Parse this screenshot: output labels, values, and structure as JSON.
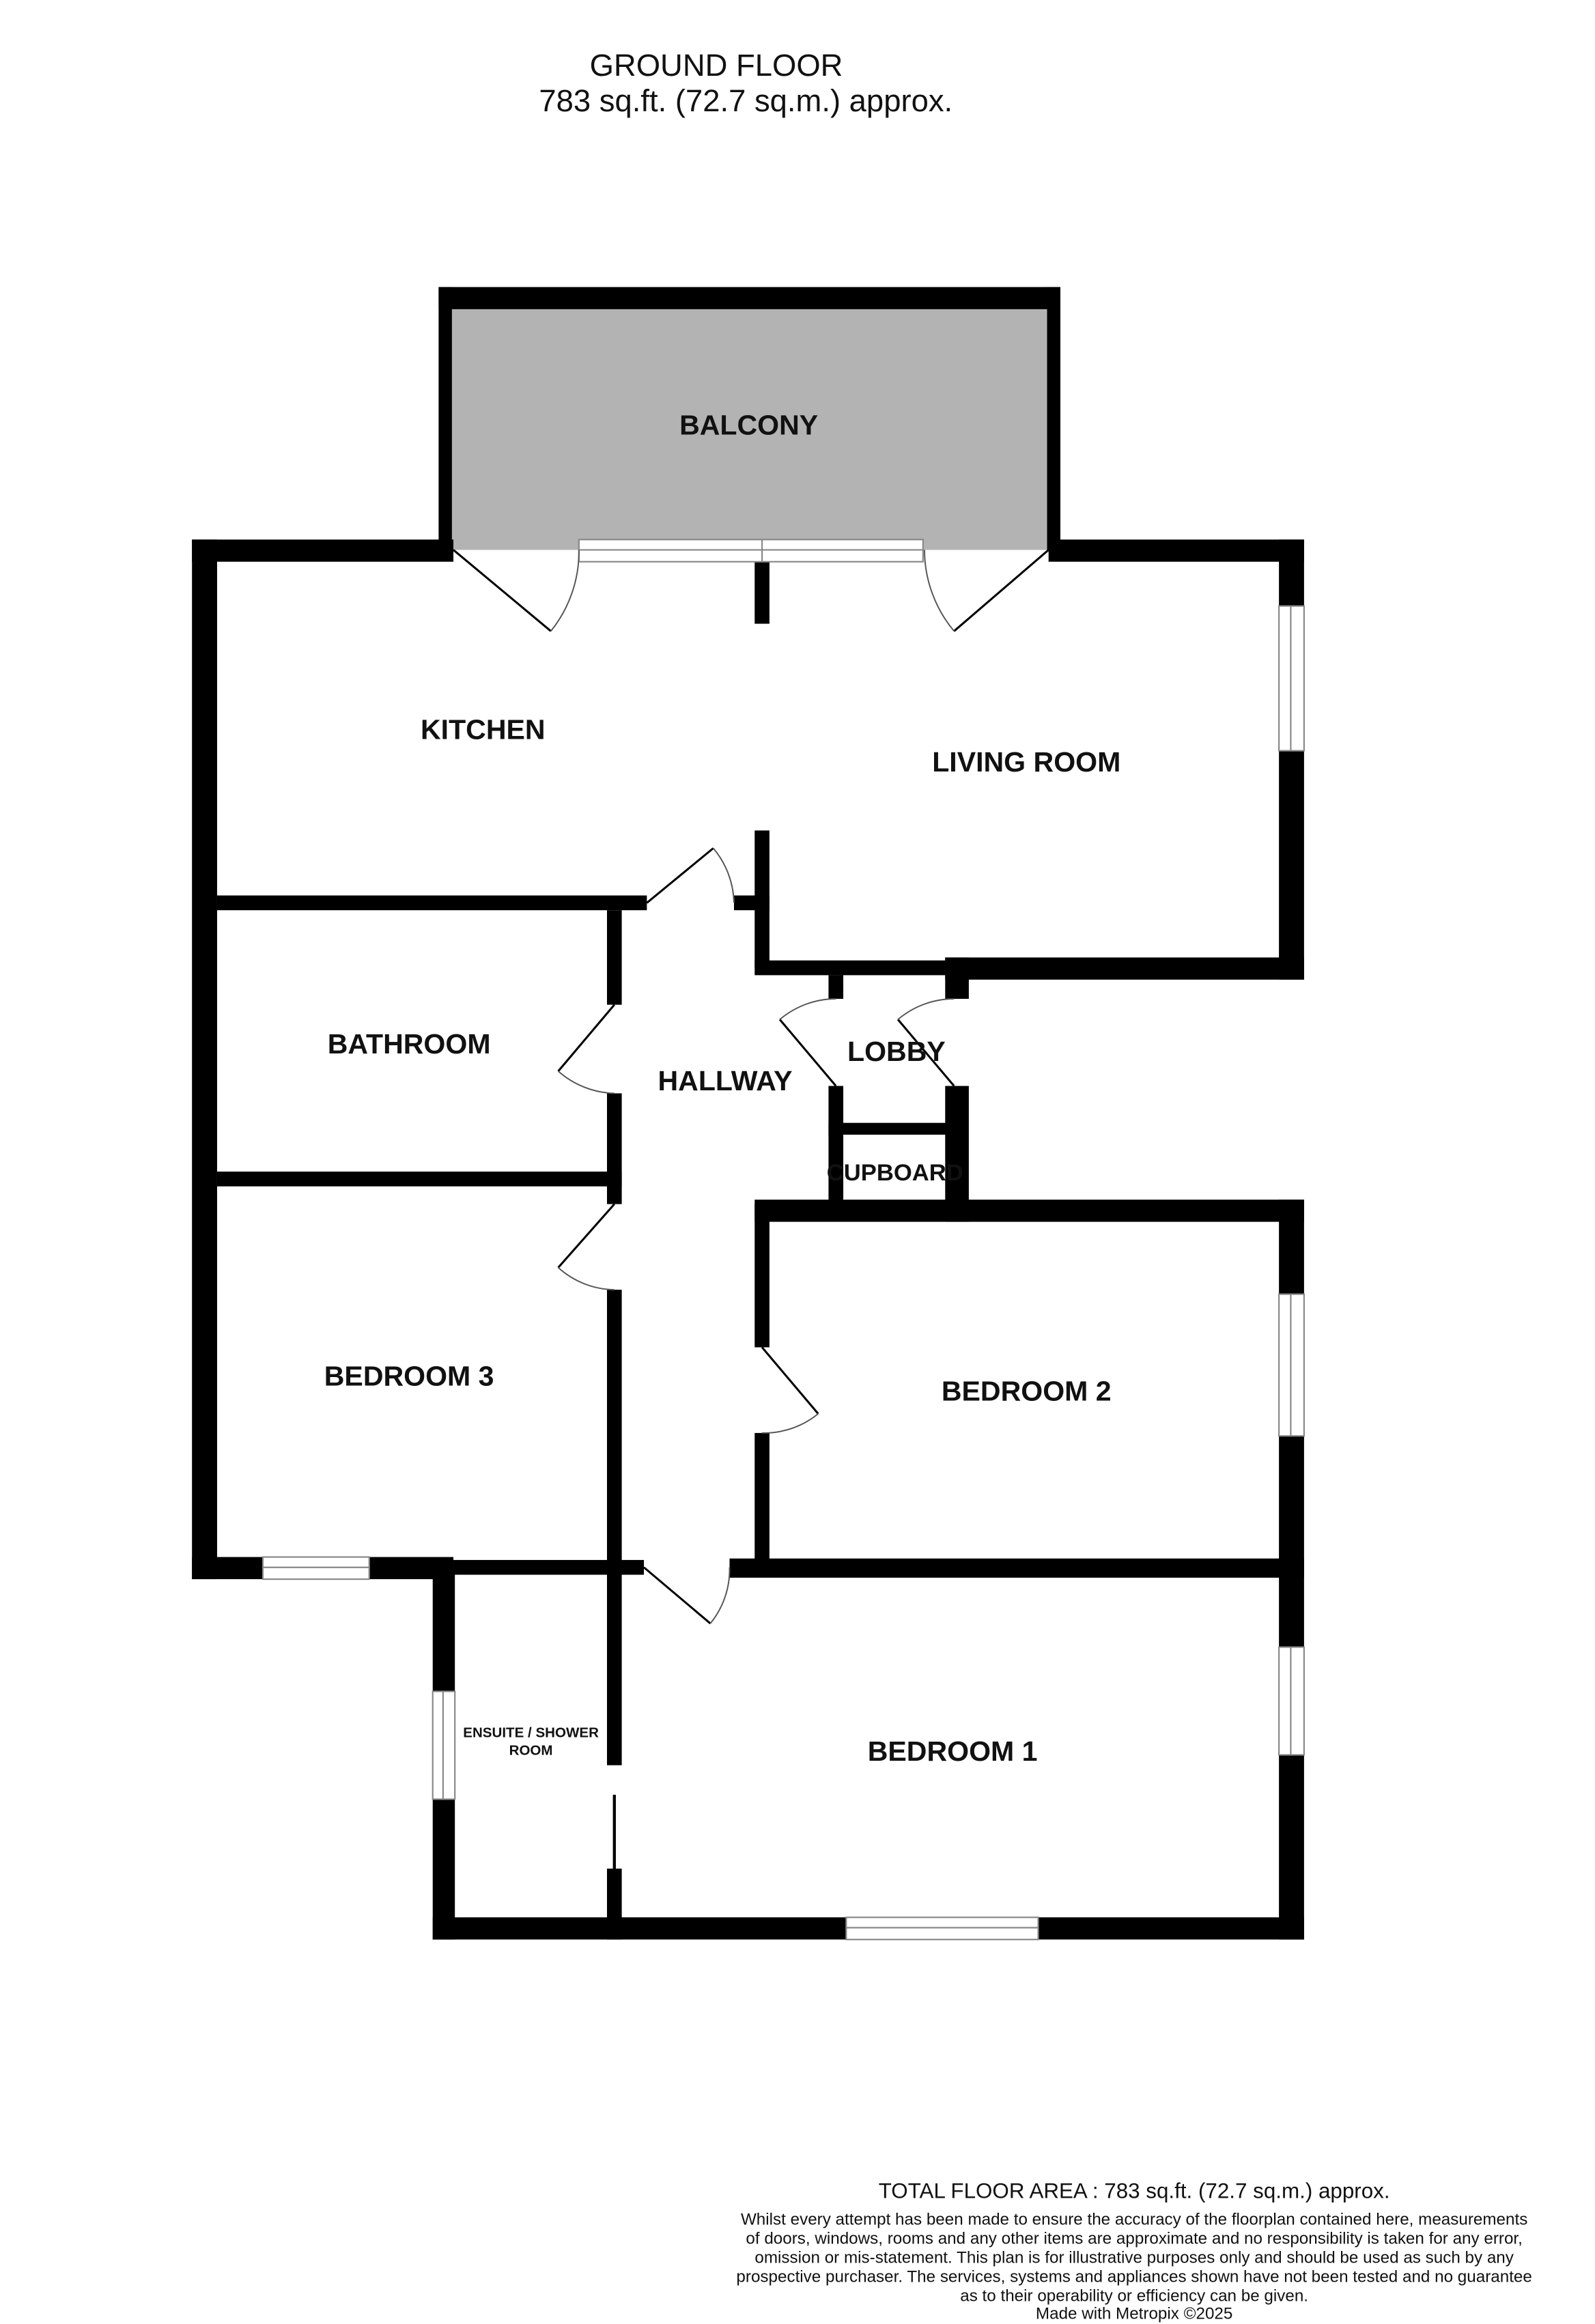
{
  "header": {
    "title": "GROUND FLOOR",
    "area": "783 sq.ft. (72.7 sq.m.) approx."
  },
  "rooms": {
    "balcony": "BALCONY",
    "kitchen": "KITCHEN",
    "living_room": "LIVING ROOM",
    "bathroom": "BATHROOM",
    "hallway": "HALLWAY",
    "lobby": "LOBBY",
    "cupboard": "CUPBOARD",
    "bedroom3": "BEDROOM 3",
    "bedroom2": "BEDROOM 2",
    "bedroom1": "BEDROOM 1",
    "ensuite": "ENSUITE / SHOWER ROOM"
  },
  "colors": {
    "balcony_fill": "#b3b3b3",
    "walls": "#000000"
  },
  "footer": {
    "total": "TOTAL FLOOR AREA : 783 sq.ft. (72.7 sq.m.) approx.",
    "disclaimer": [
      "Whilst every attempt has been made to ensure the accuracy of the floorplan contained here, measurements",
      "of doors, windows, rooms and any other items are approximate and no responsibility is taken for any error,",
      "omission or mis-statement. This plan is for illustrative purposes only and should be used as such by any",
      "prospective purchaser. The services, systems and appliances shown have not been tested and no guarantee",
      "as to their operability or efficiency can be given."
    ],
    "credit": "Made with Metropix ©2025"
  }
}
